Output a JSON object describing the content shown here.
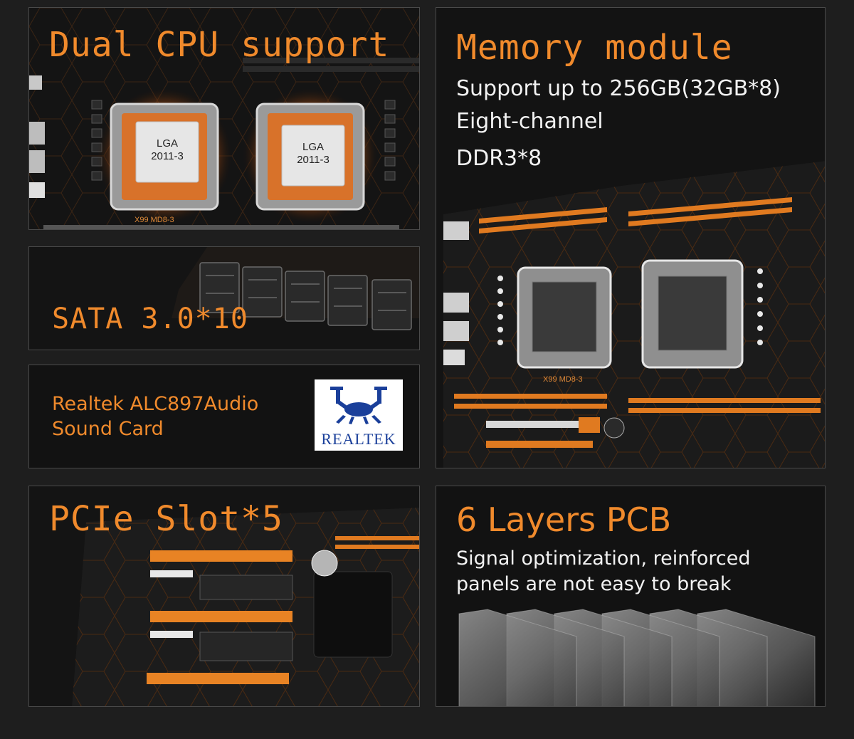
{
  "panels": {
    "cpu": {
      "title": "Dual CPU support",
      "socket_text_1": "LGA",
      "socket_text_2": "2011-3",
      "board_model": "X99 MD8-3"
    },
    "sata": {
      "title": "SATA 3.0*10"
    },
    "audio": {
      "line_1": "Realtek ALC897Audio",
      "line_2": "Sound Card",
      "logo_text": "REALTEK"
    },
    "memory": {
      "title": "Memory module",
      "line_1": "Support up to 256GB(32GB*8)",
      "line_2": "Eight-channel",
      "line_3": "DDR3*8",
      "board_model": "X99 MD8-3"
    },
    "pcie": {
      "title": "PCIe Slot*5"
    },
    "pcb": {
      "title": "6 Layers PCB",
      "line_1": "Signal optimization, reinforced",
      "line_2": "panels are not easy to break",
      "layer_count": 6
    }
  },
  "colors": {
    "accent": "#f08a2c",
    "background": "#1e1e1e",
    "panel": "#121212",
    "text": "#f2f2f2",
    "realtek_blue": "#1a3f9a"
  }
}
